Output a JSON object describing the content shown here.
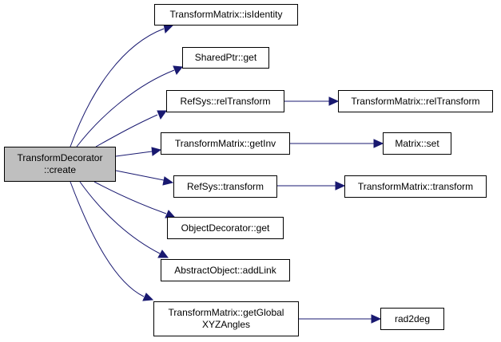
{
  "colors": {
    "edge": "#191970",
    "root_fill": "#bfbfbf",
    "node_fill": "#ffffff",
    "border": "#000000"
  },
  "nodes": {
    "root": {
      "line1": "TransformDecorator",
      "line2": "::create"
    },
    "is_identity": "TransformMatrix::isIdentity",
    "shared_ptr_get": "SharedPtr::get",
    "refsys_reltransform": "RefSys::relTransform",
    "tm_reltransform": "TransformMatrix::relTransform",
    "tm_getinv": "TransformMatrix::getInv",
    "matrix_set": "Matrix::set",
    "refsys_transform": "RefSys::transform",
    "tm_transform": "TransformMatrix::transform",
    "objdec_get": "ObjectDecorator::get",
    "absobj_addlink": "AbstractObject::addLink",
    "tm_getglobal": {
      "line1": "TransformMatrix::getGlobal",
      "line2": "XYZAngles"
    },
    "rad2deg": "rad2deg"
  }
}
